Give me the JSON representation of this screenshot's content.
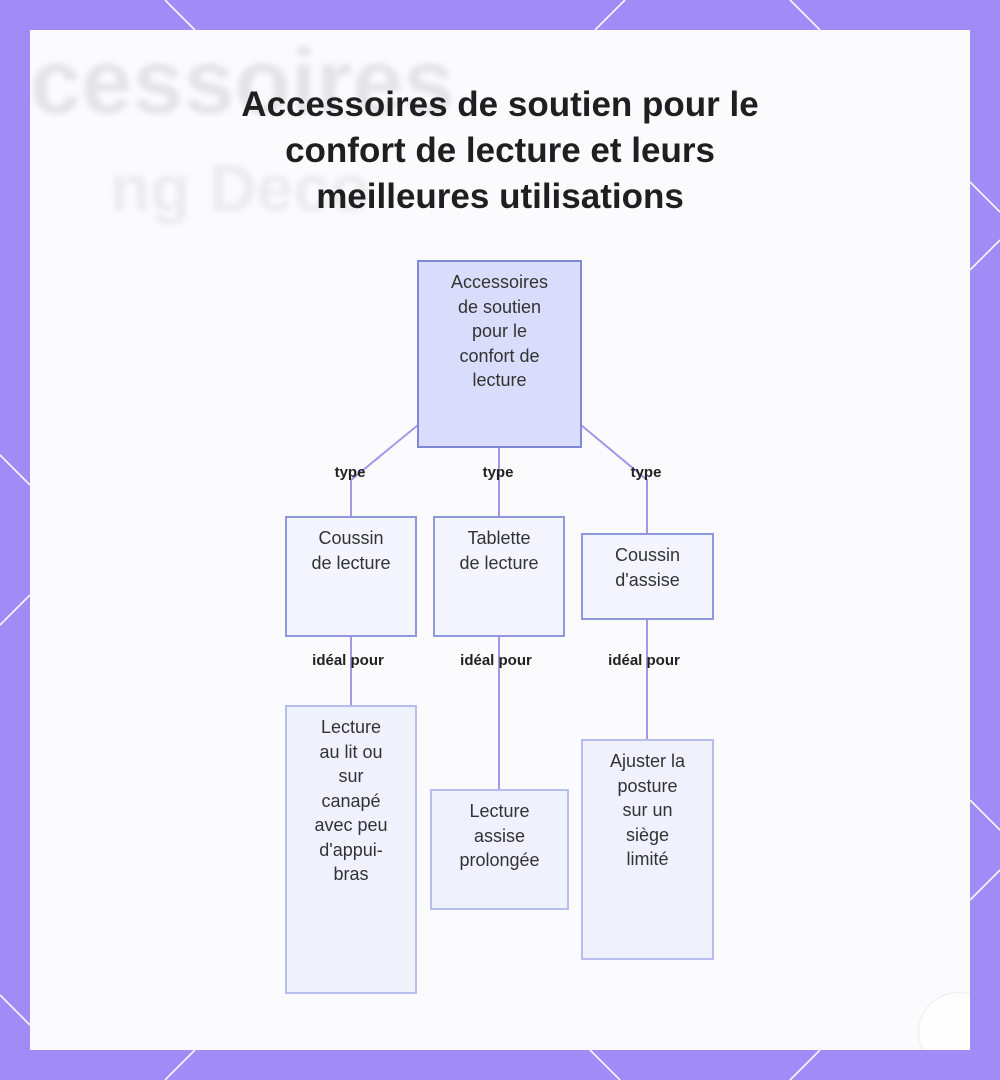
{
  "title_lines": [
    "Accessoires de soutien pour le",
    "confort de lecture et leurs",
    "meilleures utilisations"
  ],
  "background_text": [
    "cessoires",
    "ng Deco"
  ],
  "colors": {
    "frame": "#a18bf7",
    "root_fill": "#d9dcfa",
    "node_border": "#8f98dc",
    "edge": "#a894e6"
  },
  "root": {
    "lines": [
      "Accessoires",
      "de soutien",
      "pour le",
      "confort de",
      "lecture"
    ]
  },
  "edge_labels": {
    "type": "type",
    "ideal": "idéal pour"
  },
  "branches": [
    {
      "type": {
        "lines": [
          "Coussin",
          "de lecture"
        ]
      },
      "use": {
        "lines": [
          "Lecture",
          "au lit ou",
          "sur",
          "canapé",
          "avec peu",
          "d'appui-",
          "bras"
        ]
      }
    },
    {
      "type": {
        "lines": [
          "Tablette",
          "de lecture"
        ]
      },
      "use": {
        "lines": [
          "Lecture",
          "assise",
          "prolongée"
        ]
      }
    },
    {
      "type": {
        "lines": [
          "Coussin",
          "d'assise"
        ]
      },
      "use": {
        "lines": [
          "Ajuster la",
          "posture",
          "sur un",
          "siège",
          "limité"
        ]
      }
    }
  ]
}
